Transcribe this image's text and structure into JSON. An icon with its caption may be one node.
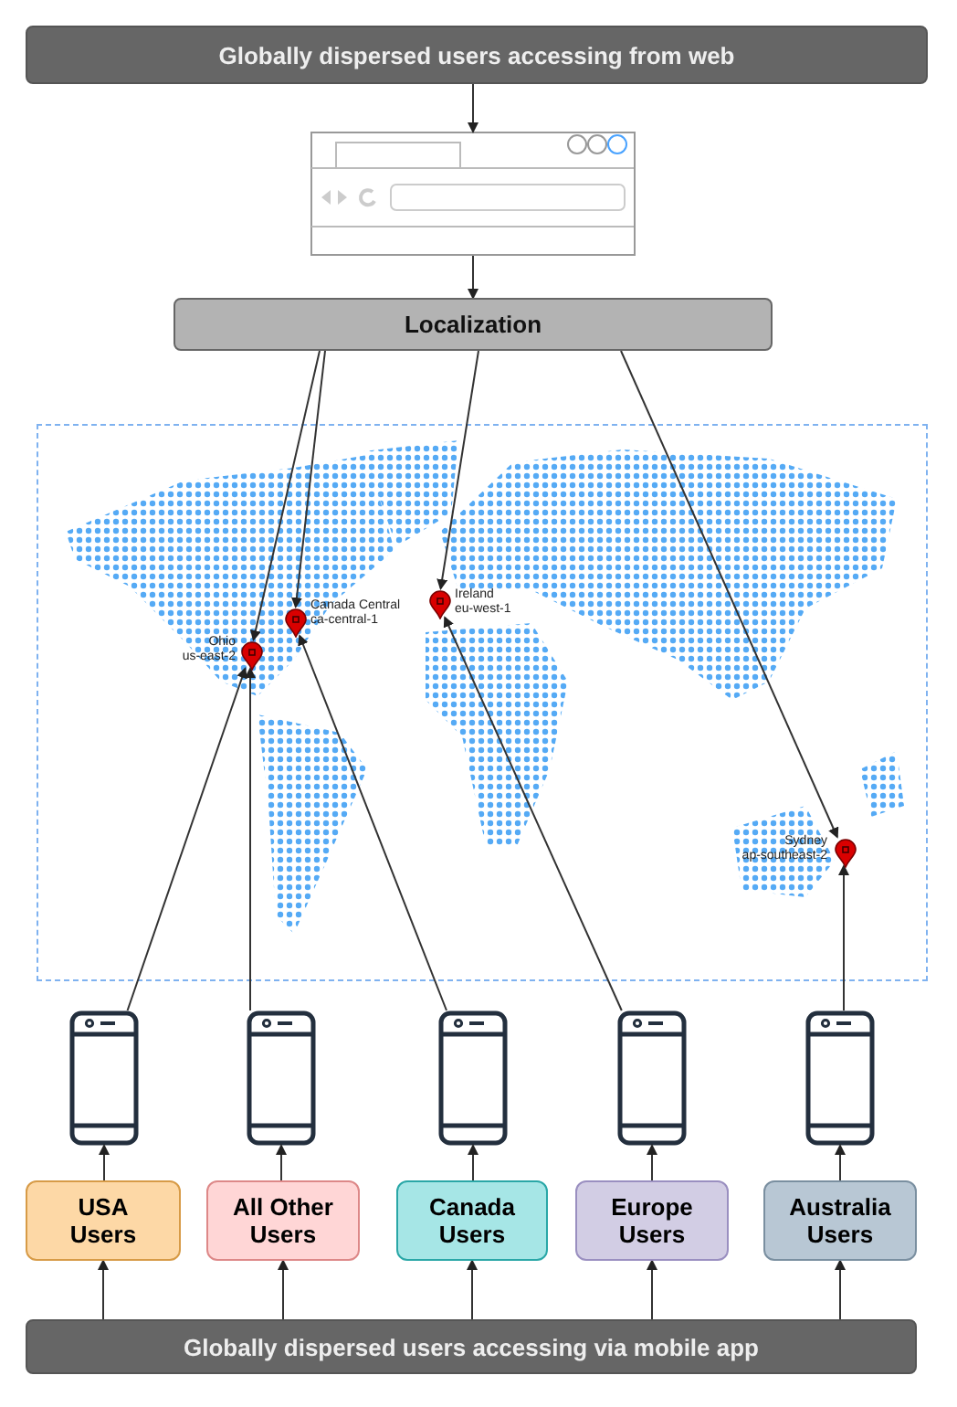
{
  "diagram": {
    "nodes": [
      {
        "text": [
          "Globally dispersed users accessing from web"
        ]
      },
      {
        "text": [],
        "shape": "picture"
      },
      {
        "text": [
          "Localization"
        ]
      },
      {
        "text": [],
        "shape": "picture"
      },
      {
        "text": [],
        "shape": "pin",
        "in": 3,
        "beside": [
          "Canada Central ca-central-1"
        ]
      },
      {
        "text": [],
        "shape": "pin",
        "in": 3,
        "beside": [
          "Ireland eu-west-1"
        ]
      },
      {
        "text": [],
        "shape": "pin",
        "in": 3,
        "beside": [
          "Ohio us-east-2"
        ]
      },
      {
        "text": [],
        "shape": "pin",
        "in": 3,
        "beside": [
          "Sydney ap-southeast-2"
        ]
      },
      {
        "text": [],
        "shape": "phone"
      },
      {
        "text": [],
        "shape": "phone"
      },
      {
        "text": [],
        "shape": "phone"
      },
      {
        "text": [],
        "shape": "phone"
      },
      {
        "text": [],
        "shape": "phone"
      },
      {
        "text": [
          "USA Users"
        ]
      },
      {
        "text": [
          "All Other Users"
        ]
      },
      {
        "text": [
          "Canada Users"
        ]
      },
      {
        "text": [
          "Europe Users"
        ]
      },
      {
        "text": [
          "Australia Users"
        ]
      },
      {
        "text": [
          "Globally dispersed users accessing via mobile app"
        ]
      }
    ],
    "edges": [
      {
        "from": 0,
        "to": 1,
        "arrow": "to"
      },
      {
        "from": 1,
        "to": 2,
        "arrow": "to"
      },
      {
        "from": 2,
        "to": 6,
        "arrow": "to"
      },
      {
        "from": 2,
        "to": 4,
        "arrow": "to"
      },
      {
        "from": 2,
        "to": 5,
        "arrow": "to"
      },
      {
        "from": 2,
        "to": 7,
        "arrow": "to"
      },
      {
        "from": 8,
        "to": 6,
        "arrow": "to"
      },
      {
        "from": 9,
        "to": 6,
        "arrow": "to"
      },
      {
        "from": 10,
        "to": 4,
        "arrow": "to"
      },
      {
        "from": 11,
        "to": 5,
        "arrow": "to"
      },
      {
        "from": 12,
        "to": 7,
        "arrow": "to"
      },
      {
        "from": 13,
        "to": 8,
        "arrow": "to"
      },
      {
        "from": 14,
        "to": 9,
        "arrow": "to"
      },
      {
        "from": 15,
        "to": 10,
        "arrow": "to"
      },
      {
        "from": 16,
        "to": 11,
        "arrow": "to"
      },
      {
        "from": 17,
        "to": 12,
        "arrow": "to"
      },
      {
        "from": 18,
        "to": 13,
        "arrow": "to"
      },
      {
        "from": 18,
        "to": 14,
        "arrow": "to"
      },
      {
        "from": 18,
        "to": 15,
        "arrow": "to"
      },
      {
        "from": 18,
        "to": 16,
        "arrow": "to"
      },
      {
        "from": 18,
        "to": 17,
        "arrow": "to"
      }
    ]
  }
}
